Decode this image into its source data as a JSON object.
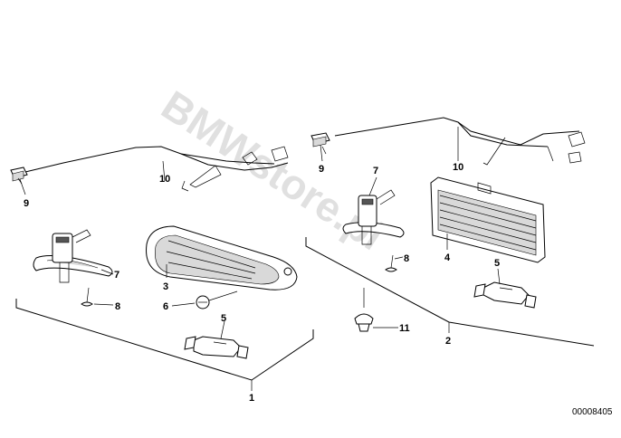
{
  "watermark": "BMWstore.pl",
  "diagram_id": "00008405",
  "callouts": {
    "left_assembly": "1",
    "right_assembly": "2",
    "lamp_lens": "3",
    "lamp_cover": "4",
    "bulb_left": "5",
    "bulb_right": "5",
    "screw": "6",
    "switch_left": "7",
    "switch_right": "7",
    "screw_left": "8",
    "screw_right": "8",
    "connector_left": "9",
    "connector_right": "9",
    "wiring_left": "10",
    "wiring_right": "10",
    "clip": "11"
  }
}
